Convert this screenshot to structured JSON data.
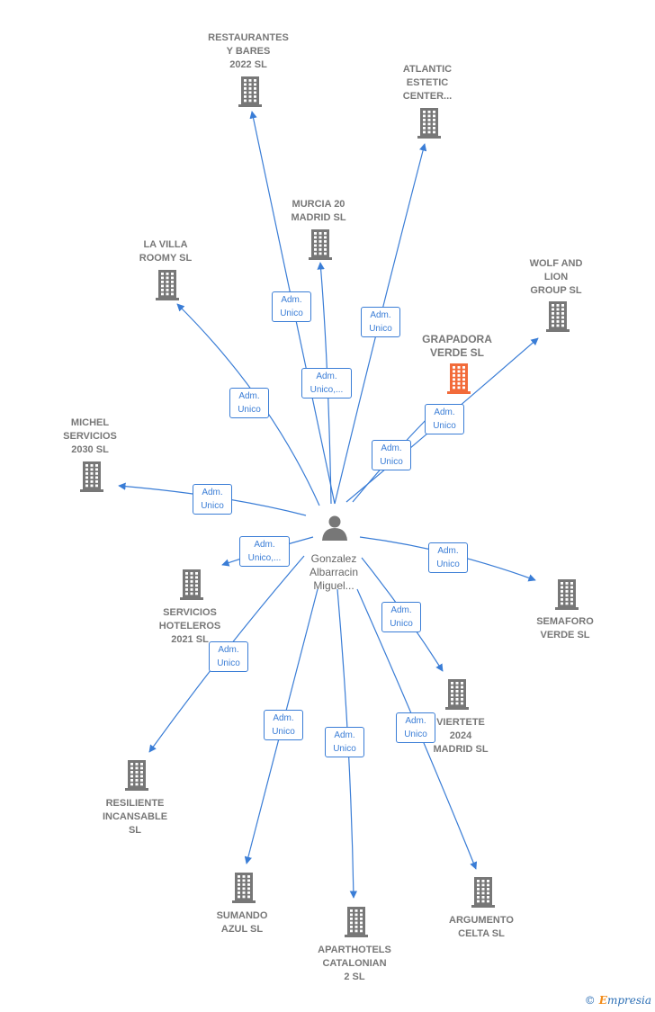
{
  "colors": {
    "edge": "#3a7dd6",
    "building": "#777777",
    "building_highlight": "#f26b3a",
    "person": "#777777"
  },
  "center": {
    "label": "Gonzalez\nAlbarracin\nMiguel...",
    "icon": "person-icon"
  },
  "nodes": [
    {
      "id": "restaurantes",
      "label": "RESTAURANTES\nY BARES\n2022 SL",
      "icon": "building-icon",
      "highlight": false
    },
    {
      "id": "atlantic",
      "label": "ATLANTIC\nESTETIC\nCENTER...",
      "icon": "building-icon",
      "highlight": false
    },
    {
      "id": "murcia",
      "label": "MURCIA 20\nMADRID SL",
      "icon": "building-icon",
      "highlight": false
    },
    {
      "id": "lavilla",
      "label": "LA VILLA\nROOMY SL",
      "icon": "building-icon",
      "highlight": false
    },
    {
      "id": "wolf",
      "label": "WOLF AND\nLION\nGROUP SL",
      "icon": "building-icon",
      "highlight": false
    },
    {
      "id": "grapadora",
      "label": "GRAPADORA\nVERDE SL",
      "icon": "building-icon",
      "highlight": true
    },
    {
      "id": "michel",
      "label": "MICHEL\nSERVICIOS\n2030 SL",
      "icon": "building-icon",
      "highlight": false
    },
    {
      "id": "servicios",
      "label": "SERVICIOS\nHOTELEROS\n2021 SL",
      "icon": "building-icon",
      "highlight": false
    },
    {
      "id": "semaforo",
      "label": "SEMAFORO\nVERDE SL",
      "icon": "building-icon",
      "highlight": false
    },
    {
      "id": "viertete",
      "label": "VIERTETE\n2024\nMADRID SL",
      "icon": "building-icon",
      "highlight": false
    },
    {
      "id": "resiliente",
      "label": "RESILIENTE\nINCANSABLE\nSL",
      "icon": "building-icon",
      "highlight": false
    },
    {
      "id": "sumando",
      "label": "SUMANDO\nAZUL SL",
      "icon": "building-icon",
      "highlight": false
    },
    {
      "id": "aparthotels",
      "label": "APARTHOTELS\nCATALONIAN\n2 SL",
      "icon": "building-icon",
      "highlight": false
    },
    {
      "id": "argumento",
      "label": "ARGUMENTO\nCELTA SL",
      "icon": "building-icon",
      "highlight": false
    }
  ],
  "edges": [
    {
      "to": "restaurantes",
      "label": "Adm.\nUnico"
    },
    {
      "to": "atlantic",
      "label": "Adm.\nUnico"
    },
    {
      "to": "murcia",
      "label": "Adm.\nUnico,..."
    },
    {
      "to": "lavilla",
      "label": "Adm.\nUnico"
    },
    {
      "to": "wolf",
      "label": "Adm.\nUnico"
    },
    {
      "to": "grapadora",
      "label": "Adm.\nUnico"
    },
    {
      "to": "michel",
      "label": "Adm.\nUnico"
    },
    {
      "to": "servicios",
      "label": "Adm.\nUnico,..."
    },
    {
      "to": "semaforo",
      "label": "Adm.\nUnico"
    },
    {
      "to": "viertete",
      "label": "Adm.\nUnico"
    },
    {
      "to": "resiliente",
      "label": "Adm.\nUnico"
    },
    {
      "to": "sumando",
      "label": "Adm.\nUnico"
    },
    {
      "to": "aparthotels",
      "label": "Adm.\nUnico"
    },
    {
      "to": "argumento",
      "label": "Adm.\nUnico"
    }
  ],
  "footer": {
    "copyright": "©",
    "brand_initial": "E",
    "brand_rest": "mpresia"
  }
}
